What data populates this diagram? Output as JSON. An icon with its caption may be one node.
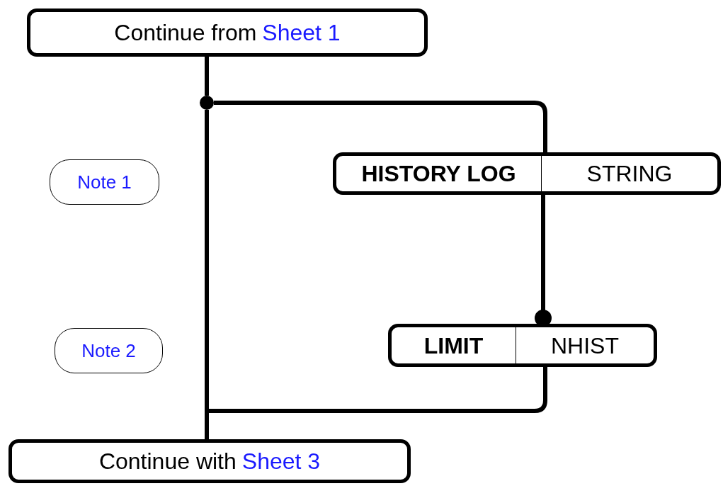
{
  "diagram": {
    "nodes": [
      {
        "text": [
          "Continue from",
          "Sheet 1"
        ]
      },
      {
        "text": [
          "Note 1"
        ]
      },
      {
        "text": [
          "Note 2"
        ]
      },
      {
        "text": [
          "HISTORY LOG",
          "STRING"
        ]
      },
      {
        "text": [
          "LIMIT",
          "NHIST"
        ]
      },
      {
        "text": [
          "Continue with",
          "Sheet 3"
        ]
      },
      {
        "text": [],
        "shape": "circle"
      }
    ],
    "edges": [
      {
        "from": 0,
        "to": 6,
        "arrow": "none"
      },
      {
        "from": 6,
        "to": 5,
        "arrow": "none"
      },
      {
        "from": 6,
        "to": 3,
        "arrow": "none"
      },
      {
        "from": 3,
        "to": 4,
        "arrow": "other"
      },
      {
        "from": 4,
        "to": 5,
        "arrow": "none"
      }
    ]
  }
}
